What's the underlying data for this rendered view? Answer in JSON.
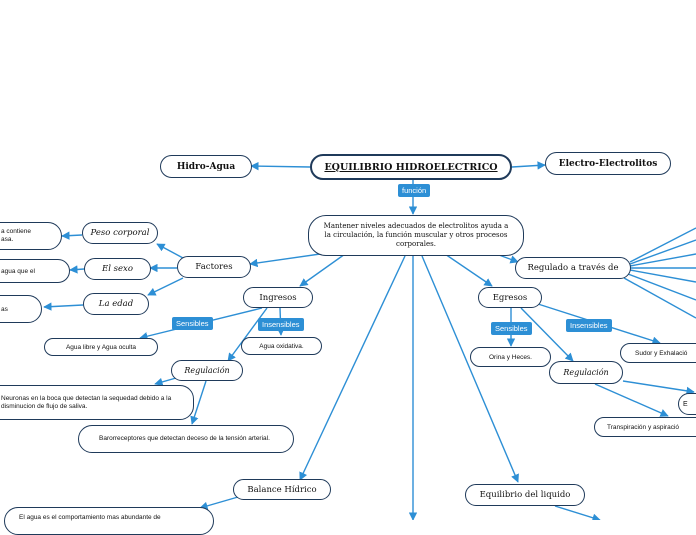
{
  "nodes": {
    "root": "EQUILIBRIO HIDROELECTRICO",
    "hidro": "Hidro-Agua",
    "electro": "Electro-Electrolitos",
    "main": "Mantener niveles adecuados de electrolitos ayuda a la circulación, la función muscular y otros procesos corporales.",
    "factores": "Factores",
    "peso": "Peso corporal",
    "sexo": "El sexo",
    "edad": "La edad",
    "peso_desc": "a contiene\nasa.",
    "sexo_desc": "agua que el",
    "edad_desc": "as",
    "ingresos": "Ingresos",
    "agua_libre": "Agua libre y Agua oculta",
    "agua_ox": "Agua oxidativa.",
    "regulacion1": "Regulación",
    "neuronas": "Neuronas en la boca que detectan la sequedad debido a la disminucion de flujo de saliva.",
    "barorreceptores": "Barorreceptores que detectan deceso de la tensión arterial.",
    "balance": "Balance Hídrico",
    "agua_comp": "El agua es el comportamiento mas abundante de",
    "regulado": "Regulado a través de",
    "egresos": "Egresos",
    "orina": "Orina y Heces.",
    "sudor": "Sudor y Exhalació",
    "regulacion2": "Regulación",
    "transpiracion": "Transpiración y aspiració",
    "equilibrio": "Equilibrio del liquido",
    "small_e": "E"
  },
  "tags": {
    "funcion": "función",
    "sensibles1": "Sensibles",
    "insensibles1": "Insensibles",
    "sensibles2": "Sensibles",
    "insensibles2": "Insensibles"
  },
  "colors": {
    "link": "#2d8fd5",
    "border": "#1f3a5a",
    "tag": "#2d8fd5"
  }
}
